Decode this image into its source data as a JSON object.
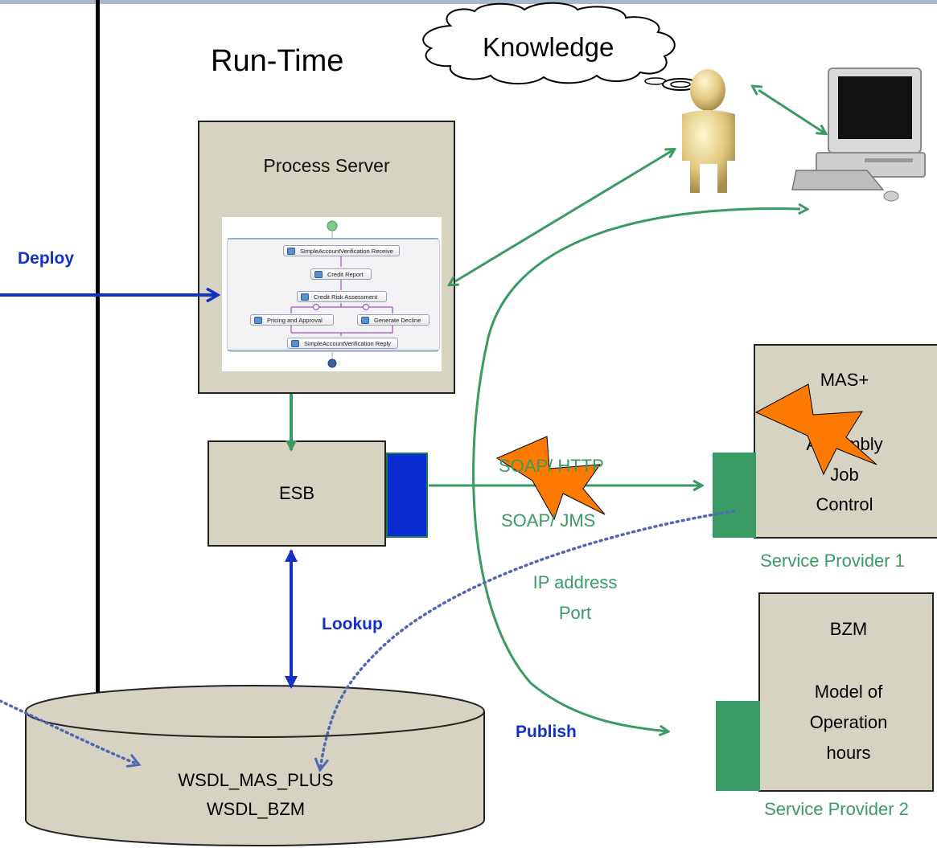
{
  "title": "Run-Time",
  "cloud_text": "Knowledge",
  "process_server": {
    "label": "Process Server",
    "flow_steps": [
      "SimpleAccountVerification Receive",
      "Credit Report",
      "Credit Risk Assessment",
      "Pricing and Approval",
      "Generate Decline",
      "SimpleAccountVerification Reply"
    ]
  },
  "esb_label": "ESB",
  "provider1": {
    "lines": [
      "MAS+",
      "Assembly",
      "Job",
      "Control"
    ],
    "caption": "Service Provider 1"
  },
  "provider2": {
    "lines": [
      "BZM",
      "Model of",
      "Operation",
      "hours"
    ],
    "caption": "Service Provider 2"
  },
  "protocols": {
    "soap_http": "SOAP/ HTTP",
    "soap_jms": "SOAP/ JMS",
    "ip_address": "IP address",
    "port": "Port"
  },
  "actions": {
    "deploy": "Deploy",
    "lookup": "Lookup",
    "publish": "Publish"
  },
  "registry": {
    "entries": [
      "WSDL_MAS_PLUS",
      "WSDL_BZM"
    ]
  },
  "colors": {
    "box_fill": "#d6d3c3",
    "green": "#3a9a64",
    "blue": "#1431c6",
    "lightning": "#ff7a00"
  }
}
